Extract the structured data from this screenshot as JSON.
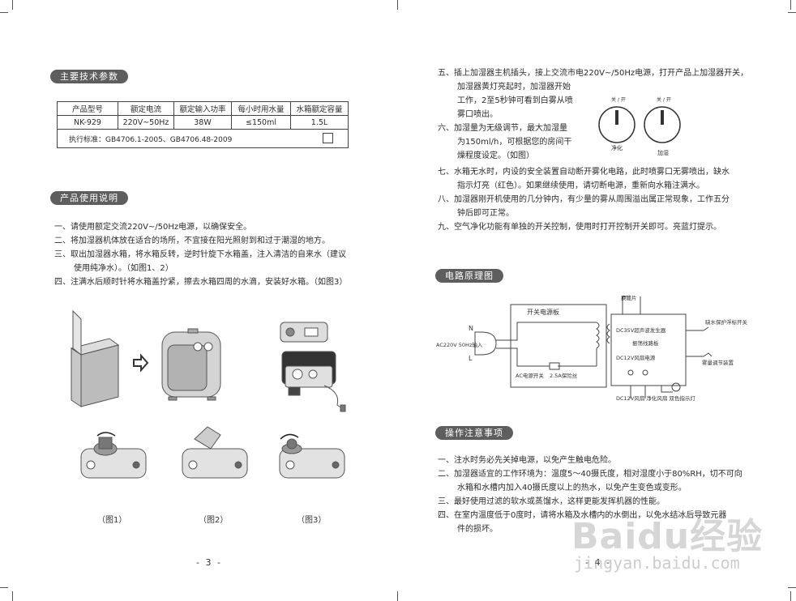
{
  "left": {
    "spec_title": "主要技术参数",
    "spec_table": {
      "headers": [
        "产品型号",
        "额定电流",
        "额定输入功率",
        "每小时用水量",
        "水箱额定容量"
      ],
      "row": [
        "NK-929",
        "220V~50Hz",
        "38W",
        "≤150ml",
        "1.5L"
      ],
      "standard": "执行标准：GB4706.1-2005、GB4706.48-2009"
    },
    "usage_title": "产品使用说明",
    "usage_items": [
      "一、请使用额定交流220V~/50Hz电源，以确保安全。",
      "二、将加湿器机体放在适合的场所，不宜接在阳光照射到和过于潮湿的地方。",
      "三、取出加湿器水箱，将水箱反转，逆时针旋下水箱盖，注入清洁的自来水（建议",
      "使用纯净水）。（如图1、2）",
      "四、注满水后顺时针将水箱盖拧紧，擦去水箱四周的水滴，安装好水箱。（如图3）"
    ],
    "captions": [
      "（图1）",
      "（图2）",
      "（图3）"
    ],
    "page_number": "- 3 -"
  },
  "right": {
    "steps": [
      "五、插上加湿器主机插头，接上交流市电220V~/50Hz电源，打开产品上加湿器开关，",
      "加湿器黄灯亮起时，加湿器开始",
      "工作，2至5秒钟可看到白雾从喷",
      "雾口喷出。",
      "六、加湿量为无级调节，最大加湿量",
      "为150ml/h，可根据您的房间干",
      "燥程度设定。（如图）",
      "七、水箱无水时，内设的安全装置自动断开雾化电路，此时喷雾口无雾喷出，缺水",
      "指示灯亮（红色）。如果继续使用，请切断电源，重新向水箱注满水。",
      "八、加湿器刚开机使用的几分钟内，有少量的雾从周围溢出属正常现象，工作五分",
      "钟后即可正常。",
      "九、空气净化功能有单独的开关控制，使用时打开控制开关即可。亮蓝灯提示。"
    ],
    "knobs": [
      {
        "top": "关 / 开",
        "label": "净化"
      },
      {
        "top": "关 / 开",
        "label": "加湿"
      }
    ],
    "circuit_title": "电路原理图",
    "circuit_labels": {
      "switch_board": "开关电源板",
      "ac_input": "AC220V 50Hz输入",
      "n": "N",
      "l": "L",
      "power_switch": "AC电源开关",
      "fuse": "2.5A保险丝",
      "transducer": "换能片",
      "dc35": "DC35V超声波发生器",
      "atomizer": "振荡线路板",
      "dc12": "DC12V风扇电源",
      "float_switch": "缺水保护浮标开关",
      "mist_knob": "雾量调节装置",
      "bottom": "DC12V风扇  净化风扇    双色指示灯"
    },
    "notice_title": "操作注意事项",
    "notice_items": [
      "一、注水时务必先关掉电源，以免产生触电危险。",
      "二、加湿器适宜的工作环境为：温度5～40摄氏度，相对湿度小于80%RH，切不可向",
      "水箱和水槽内加入40摄氏度以上的热水，以免产生变色或变形。",
      "三、最好使用过滤的软水或蒸馏水，这样更能发挥机器的性能。",
      "四、在室内温度低于0度时，请将水箱及水槽内的水倒出，以免水结冰后导致元器",
      "件的损坏。"
    ],
    "page_number": "- 4 -"
  },
  "watermark": {
    "brand": "Baidu经验",
    "url": "jingyan.baidu.com"
  }
}
